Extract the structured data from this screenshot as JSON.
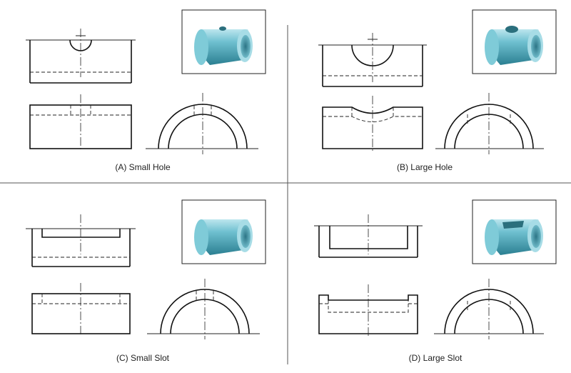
{
  "figure": {
    "panels": [
      {
        "id": "A",
        "caption": "(A) Small Hole",
        "feature": "small-hole"
      },
      {
        "id": "B",
        "caption": "(B) Large Hole",
        "feature": "large-hole"
      },
      {
        "id": "C",
        "caption": "(C) Small Slot",
        "feature": "small-slot"
      },
      {
        "id": "D",
        "caption": "(D) Large Slot",
        "feature": "large-slot"
      }
    ],
    "colors": {
      "line": "#111111",
      "cylinder_light": "#9fd6e0",
      "cylinder_mid": "#5fb3c4",
      "cylinder_dark": "#2f8597",
      "bore": "#3f8e9c"
    }
  }
}
